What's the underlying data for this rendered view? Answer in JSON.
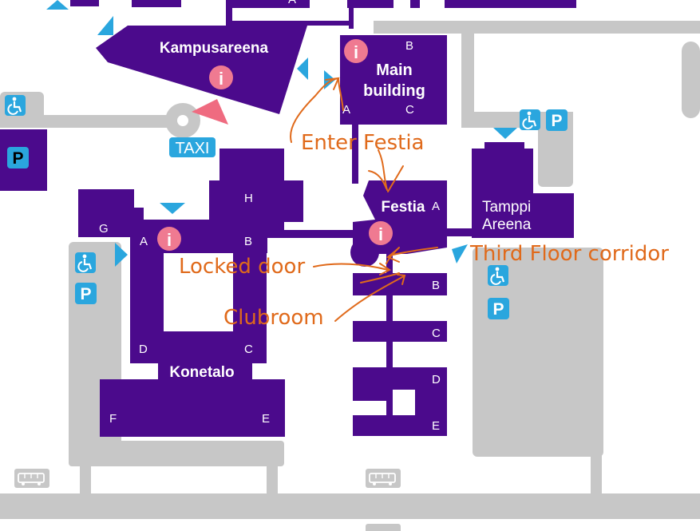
{
  "colors": {
    "building": "#4b0a8c",
    "road": "#c7c7c7",
    "accent_blue": "#2aa6de",
    "info_pink": "#ef7a91",
    "annotation": "#e06a1b"
  },
  "buildings": {
    "kampusareena": "Kampusareena",
    "main_building_line1": "Main",
    "main_building_line2": "building",
    "festia": "Festia",
    "tamppi_line1": "Tamppi",
    "tamppi_line2": "Areena",
    "konetalo": "Konetalo"
  },
  "entrance_letters": {
    "top_a": "A",
    "main_b": "B",
    "main_a": "A",
    "main_c": "C",
    "festia_a": "A",
    "festia_b": "B",
    "festia_c": "C",
    "festia_d": "D",
    "festia_e": "E",
    "kone_g": "G",
    "kone_a": "A",
    "kone_h": "H",
    "kone_b": "B",
    "kone_d": "D",
    "kone_c": "C",
    "kone_f": "F",
    "kone_e": "E"
  },
  "signs": {
    "taxi": "TAXI",
    "parking": "P",
    "info": "i"
  },
  "annotations": {
    "enter_festia": "Enter Festia",
    "third_floor_corridor": "Third Floor corridor",
    "locked_door": "Locked door",
    "clubroom": "Clubroom"
  },
  "icons": [
    "accessible-icon",
    "parking-icon",
    "info-icon",
    "taxi-stand-icon",
    "bus-stop-icon",
    "entrance-arrow-icon"
  ]
}
